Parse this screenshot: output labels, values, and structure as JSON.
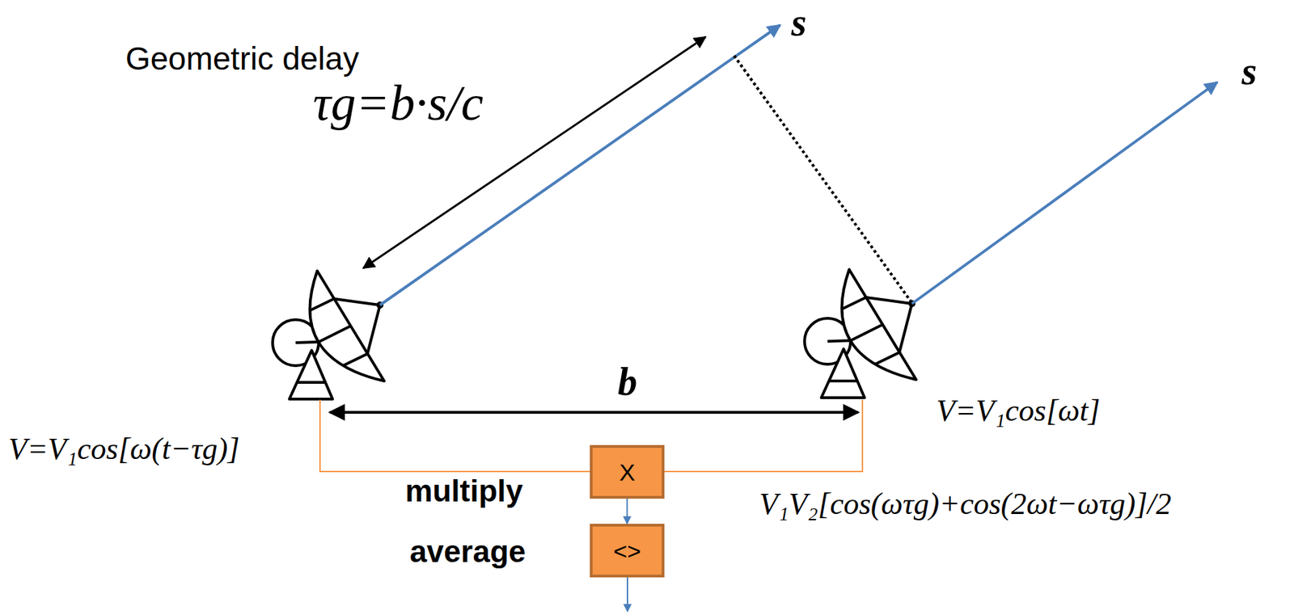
{
  "diagram": {
    "nodes": [
      {
        "text": [
          "X"
        ]
      },
      {
        "text": [
          "<>"
        ]
      }
    ],
    "edges": [
      {
        "from": 0,
        "to": 1,
        "arrow": "to"
      }
    ],
    "labels": [
      "Geometric delay",
      "τg=b·s/c",
      "s",
      "s",
      "b",
      "V=V₁cos[ω(t−τg)]",
      "V=V₁cos[ωt]",
      "multiply",
      "average",
      "V₁V₂[cos(ωτg)+cos(2ωt−ωτg)]/2"
    ]
  }
}
